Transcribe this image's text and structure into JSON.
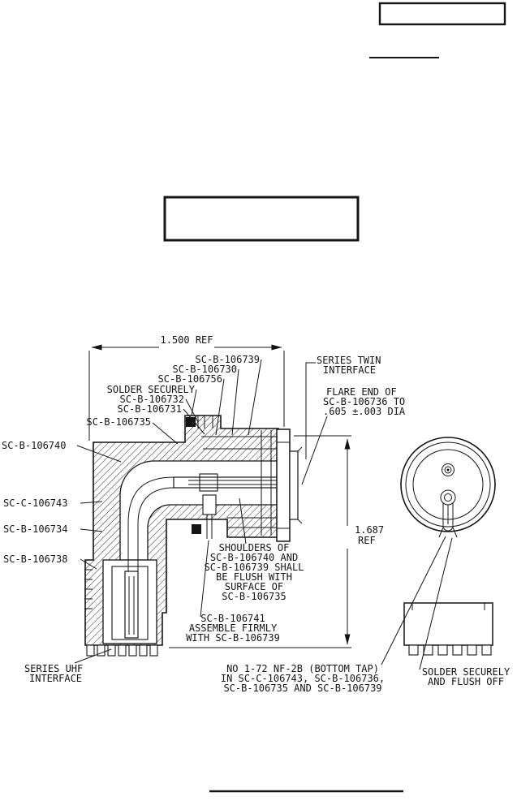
{
  "palette": {
    "ink": "#141414",
    "paper": "#ffffff"
  },
  "drawing": {
    "dims": {
      "width_ref": "1.500 REF",
      "height_ref_line1": "1.687",
      "height_ref_line2": "REF"
    },
    "callouts": {
      "c106739": "SC-B-106739",
      "c106730": "SC-B-106730",
      "c106756": "SC-B-106756",
      "solder_securely": "SOLDER SECURELY",
      "c106732": "SC-B-106732",
      "c106731": "SC-B-106731",
      "c106735": "SC-B-106735",
      "c106740": "SC-B-106740",
      "c106743": "SC-C-106743",
      "c106734": "SC-B-106734",
      "c106738": "SC-B-106738"
    },
    "notes": {
      "series_twin": [
        "SERIES TWIN",
        "INTERFACE"
      ],
      "flare": [
        "FLARE END OF",
        "SC-B-106736 TO",
        ".605 ±.003 DIA"
      ],
      "shoulders": [
        "SHOULDERS OF",
        "SC-B-106740 AND",
        "SC-B-106739 SHALL",
        "BE FLUSH WITH",
        "SURFACE OF",
        "SC-B-106735"
      ],
      "assemble": [
        "SC-B-106741",
        "ASSEMBLE FIRMLY",
        "WITH SC-B-106739"
      ],
      "series_uhf": [
        "SERIES UHF",
        "INTERFACE"
      ],
      "bottom_tap": [
        "NO 1-72 NF-2B (BOTTOM TAP)",
        "IN SC-C-106743, SC-B-106736,",
        "SC-B-106735 AND SC-B-106739"
      ],
      "solder_flush": [
        "SOLDER SECURELY",
        "AND FLUSH OFF"
      ]
    }
  }
}
